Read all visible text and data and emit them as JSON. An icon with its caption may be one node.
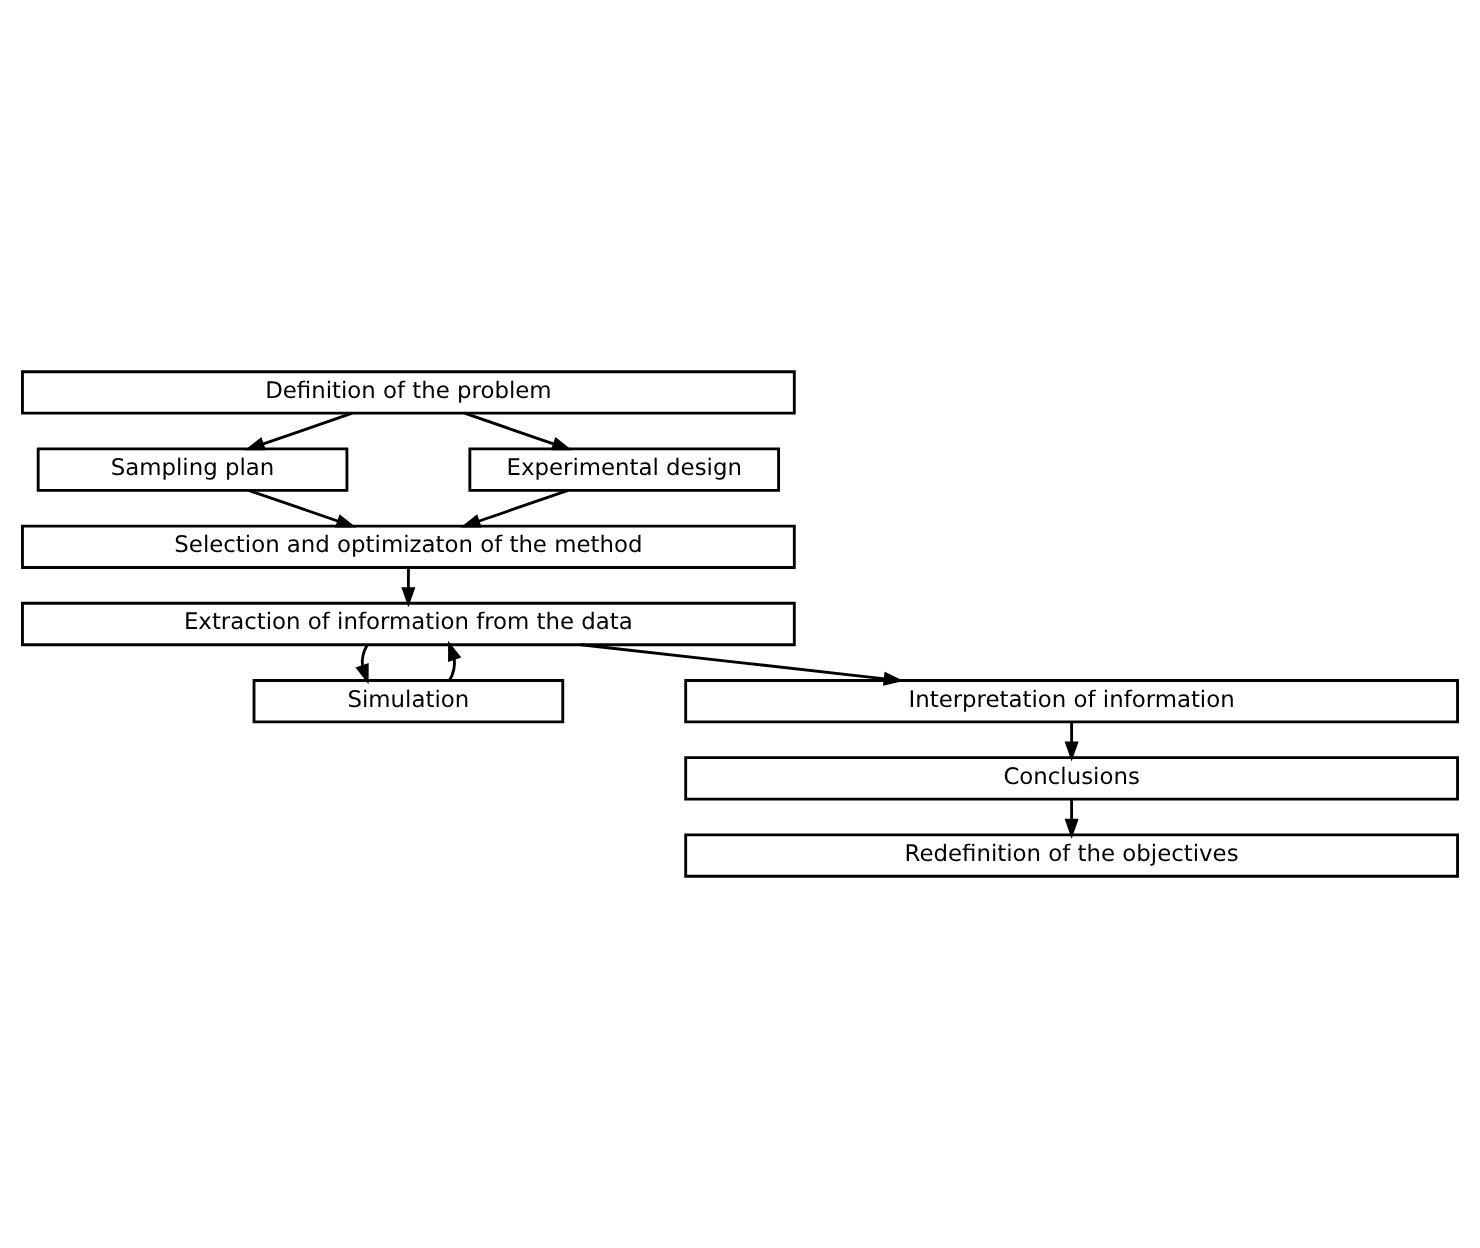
{
  "diagram": {
    "nodes": [
      {
        "text": [
          "Definition of the problem"
        ]
      },
      {
        "text": [
          "Sampling plan"
        ]
      },
      {
        "text": [
          "Experimental design"
        ]
      },
      {
        "text": [
          "Selection and optimizaton of the method"
        ]
      },
      {
        "text": [
          "Extraction of information from the data"
        ]
      },
      {
        "text": [
          "Simulation"
        ]
      },
      {
        "text": [
          "Interpretation of information"
        ]
      },
      {
        "text": [
          "Conclusions"
        ]
      },
      {
        "text": [
          "Redefinition of the objectives"
        ]
      }
    ],
    "edges": [
      {
        "from": 0,
        "to": 1,
        "arrow": "to"
      },
      {
        "from": 0,
        "to": 2,
        "arrow": "to"
      },
      {
        "from": 1,
        "to": 3,
        "arrow": "to"
      },
      {
        "from": 2,
        "to": 3,
        "arrow": "to"
      },
      {
        "from": 3,
        "to": 4,
        "arrow": "to"
      },
      {
        "from": 4,
        "to": 5,
        "arrow": "to"
      },
      {
        "from": 5,
        "to": 4,
        "arrow": "to"
      },
      {
        "from": 4,
        "to": 6,
        "arrow": "to"
      },
      {
        "from": 6,
        "to": 7,
        "arrow": "to"
      },
      {
        "from": 7,
        "to": 8,
        "arrow": "to"
      }
    ]
  }
}
